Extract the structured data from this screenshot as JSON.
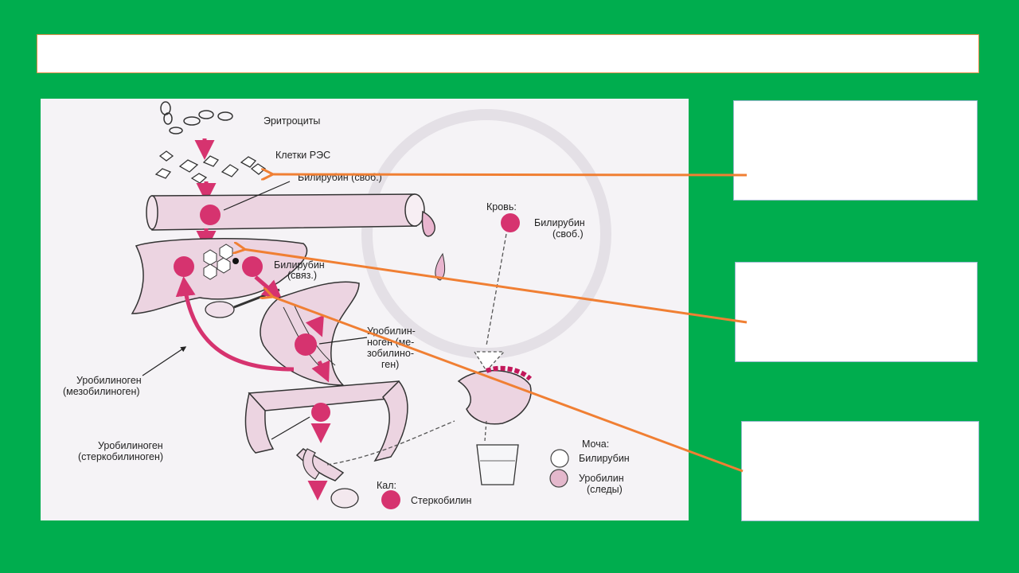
{
  "title_box": {
    "text": ""
  },
  "diagram": {
    "labels": {
      "erythrocytes": "Эритроциты",
      "res_cells": "Клетки РЭС",
      "bilirubin_free": "Билирубин (своб.)",
      "blood": "Кровь:",
      "blood_bilirubin": "Билирубин",
      "blood_bilirubin_free": "(своб.)",
      "bilirubin_bound_1": "Билирубин",
      "bilirubin_bound_2": "(связ.)",
      "urobilinogen_intestine_1": "Уробилин-",
      "urobilinogen_intestine_2": "ноген (ме-",
      "urobilinogen_intestine_3": "зобилино-",
      "urobilinogen_intestine_4": "ген)",
      "urobilinogen_meso_1": "Уробилиноген",
      "urobilinogen_meso_2": "(мезобилиноген)",
      "urobilinogen_sterco_1": "Уробилиноген",
      "urobilinogen_sterco_2": "(стеркобилиноген)",
      "urine": "Моча:",
      "urine_bilirubin": "Билирубин",
      "urine_urobilin_1": "Уробилин",
      "urine_urobilin_2": "(следы)",
      "feces": "Кал:",
      "stercobilin": "Стеркобилин"
    }
  },
  "answer_boxes": [
    {
      "text": ""
    },
    {
      "text": ""
    },
    {
      "text": ""
    }
  ],
  "colors": {
    "background": "#00ad4e",
    "arrow": "#f07f33",
    "dot": "#d6336f",
    "pink_fill": "#e9b5cf"
  }
}
